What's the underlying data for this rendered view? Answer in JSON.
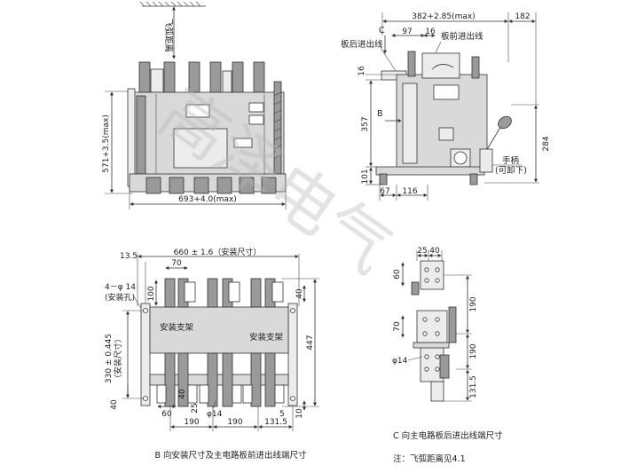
{
  "front_view": {
    "arc_label": "飞弧距离",
    "height_dim": "571+3.5(max)",
    "width_dim": "693+4.0(max)"
  },
  "side_view": {
    "top_dim": "382+2.85(max)",
    "right_dim": "182",
    "c_label": "C",
    "dim_97": "97",
    "dim_16_top": "16",
    "rear_label": "板后进出线",
    "front_label": "板前进出线",
    "dim_16_left": "16",
    "b_label": "B",
    "dim_357": "357",
    "dim_101": "101",
    "dim_67": "67",
    "dim_116": "116",
    "dim_284": "284",
    "handle_label": "手柄",
    "handle_note": "(可卸下)"
  },
  "bottom_view": {
    "dim_13_5": "13.5",
    "width_dim": "660 ± 1.6（安装尺寸）",
    "dim_70": "70",
    "hole_label": "4－φ 14",
    "hole_note": "(安装孔)",
    "dim_100": "100",
    "dim_40_right": "40",
    "bracket_left": "安装支架",
    "bracket_right": "安装支架",
    "dim_447": "447",
    "dim_330": "330 ± 0.445",
    "dim_330_note": "（安装尺寸）",
    "dim_40_left": "40",
    "dim_10": "10",
    "dim_60": "60",
    "dim_25": "25",
    "dim_40_bottom": "40",
    "dim_phi14": "φ14",
    "dim_5": "5",
    "dim_190_a": "190",
    "dim_190_b": "190",
    "dim_131_5": "131.5",
    "caption": "B 向安装尺寸及主电路板前进出线端尺寸"
  },
  "rear_view": {
    "dim_25": "25",
    "dim_40": "40",
    "dim_60": "60",
    "dim_190_a": "190",
    "dim_70": "70",
    "dim_190_b": "190",
    "dim_phi14": "φ14",
    "dim_131_5": "131.5",
    "caption": "C 向主电路板后进出线端尺寸",
    "note": "注：飞弧距离见4.1"
  },
  "watermark": "高泽电气"
}
